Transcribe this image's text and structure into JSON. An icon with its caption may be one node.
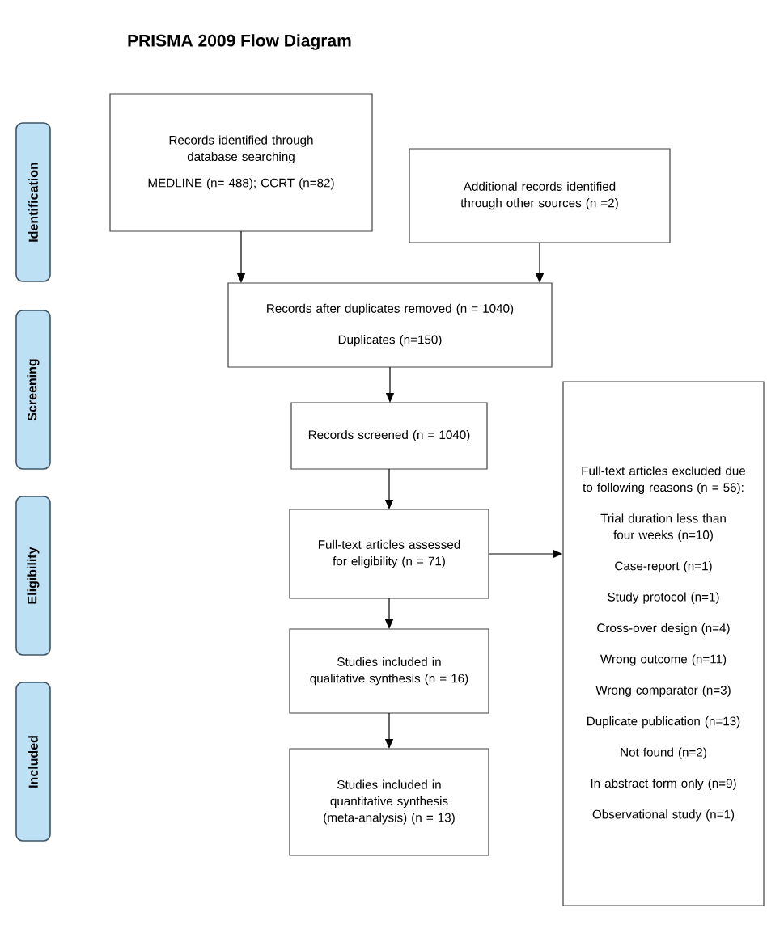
{
  "diagram": {
    "title": "PRISMA 2009 Flow Diagram",
    "nodes": [
      {
        "text": [
          "Identification"
        ]
      },
      {
        "text": [
          "Screening"
        ]
      },
      {
        "text": [
          "Eligibility"
        ]
      },
      {
        "text": [
          "Included"
        ]
      },
      {
        "text": [
          "Records identified through database searching",
          "MEDLINE (n= 488); CCRT (n=82)"
        ]
      },
      {
        "text": [
          "Additional records identified through other sources (n =2)"
        ]
      },
      {
        "text": [
          "Records after duplicates removed (n = 1040)",
          "Duplicates (n=150)"
        ]
      },
      {
        "text": [
          "Records screened (n = 1040)"
        ]
      },
      {
        "text": [
          "Full-text articles assessed for eligibility (n = 71)"
        ]
      },
      {
        "text": [
          "Full-text articles excluded due to following reasons (n = 56):",
          "Trial duration less than four weeks (n=10)",
          "Case-report (n=1)",
          "Study protocol (n=1)",
          "Cross-over design (n=4)",
          "Wrong outcome (n=11)",
          "Wrong comparator (n=3)",
          "Duplicate publication (n=13)",
          "Not found (n=2)",
          "In abstract form only (n=9)",
          "Observational study (n=1)"
        ]
      },
      {
        "text": [
          "Studies included in qualitative synthesis (n = 16)"
        ]
      },
      {
        "text": [
          "Studies included in quantitative synthesis (meta-analysis) (n = 13)"
        ]
      }
    ],
    "edges": [
      {
        "from": 4,
        "to": 6,
        "arrow": "to"
      },
      {
        "from": 5,
        "to": 6,
        "arrow": "to"
      },
      {
        "from": 6,
        "to": 7,
        "arrow": "to"
      },
      {
        "from": 7,
        "to": 8,
        "arrow": "to"
      },
      {
        "from": 8,
        "to": 9,
        "arrow": "to"
      },
      {
        "from": 8,
        "to": 10,
        "arrow": "to"
      },
      {
        "from": 10,
        "to": 11,
        "arrow": "to"
      }
    ]
  }
}
